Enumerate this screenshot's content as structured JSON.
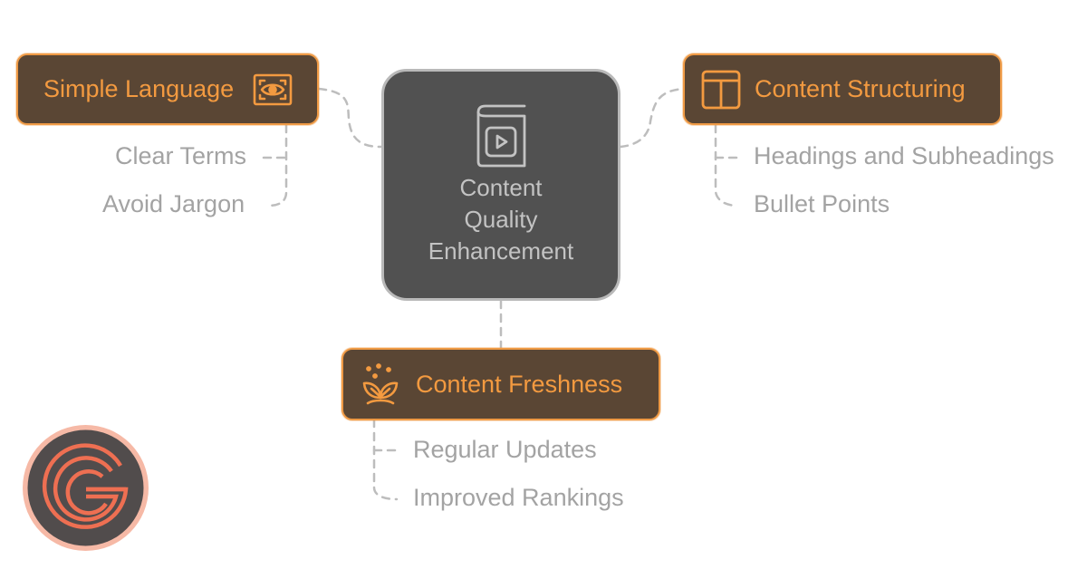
{
  "center": {
    "title_lines": [
      "Content",
      "Quality",
      "Enhancement"
    ],
    "icon": "book-play-icon"
  },
  "nodes": [
    {
      "id": "simple-language",
      "label": "Simple Language",
      "icon": "eye-scan-icon",
      "children": [
        "Clear Terms",
        "Avoid Jargon"
      ]
    },
    {
      "id": "content-structuring",
      "label": "Content Structuring",
      "icon": "layout-icon",
      "children": [
        "Headings and Subheadings",
        "Bullet Points"
      ]
    },
    {
      "id": "content-freshness",
      "label": "Content Freshness",
      "icon": "sprout-icon",
      "children": [
        "Regular Updates",
        "Improved Rankings"
      ]
    }
  ],
  "logo": {
    "letter": "G",
    "icon": "brand-g-logo-icon"
  },
  "colors": {
    "node_fill": "#5a4634",
    "node_border": "#ef9a45",
    "node_text": "#f39a40",
    "center_fill": "#515151",
    "center_border": "#b9b9b9",
    "center_text": "#c3c3c3",
    "leaf_text": "#a3a3a3",
    "connector": "#bdbdbd",
    "logo_ring": "#f6b9a6",
    "logo_fill": "#514c4c",
    "logo_mark": "#ee6f52"
  }
}
